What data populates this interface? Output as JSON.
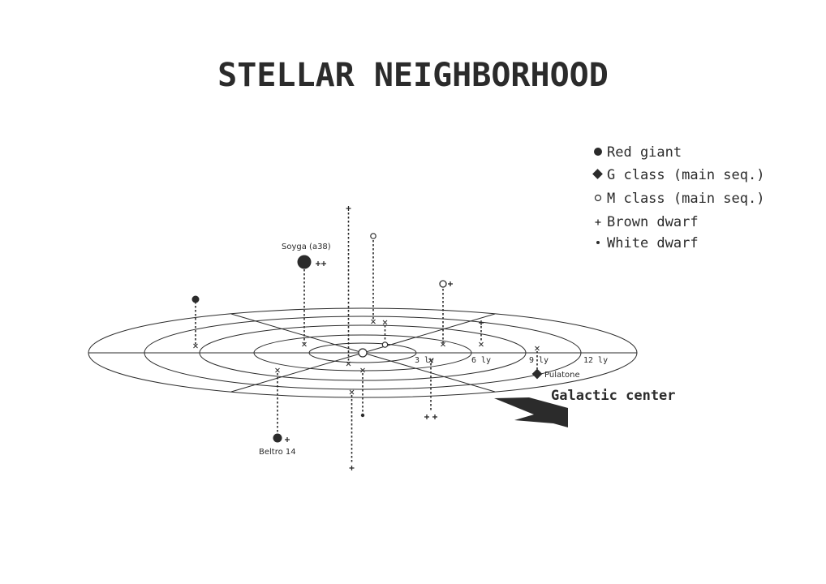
{
  "title": "STELLAR NEIGHBORHOOD",
  "legend": [
    {
      "symbol": "red-giant",
      "label": "Red giant"
    },
    {
      "symbol": "g-class",
      "label": "G class (main seq.)"
    },
    {
      "symbol": "m-class",
      "label": "M class (main seq.)"
    },
    {
      "symbol": "brown-dwarf",
      "label": "Brown dwarf"
    },
    {
      "symbol": "white-dwarf",
      "label": "White dwarf"
    }
  ],
  "rings": [
    {
      "label": "3 ly"
    },
    {
      "label": "6 ly"
    },
    {
      "label": "9 ly"
    },
    {
      "label": "12 ly"
    }
  ],
  "direction": {
    "label": "Galactic center"
  },
  "star_labels": {
    "soyga": "Soyga (a38)",
    "beltro": "Beltro 14",
    "pulatone": "Pulatone"
  },
  "colors": {
    "ink": "#2b2b2b",
    "background": "#ffffff"
  }
}
